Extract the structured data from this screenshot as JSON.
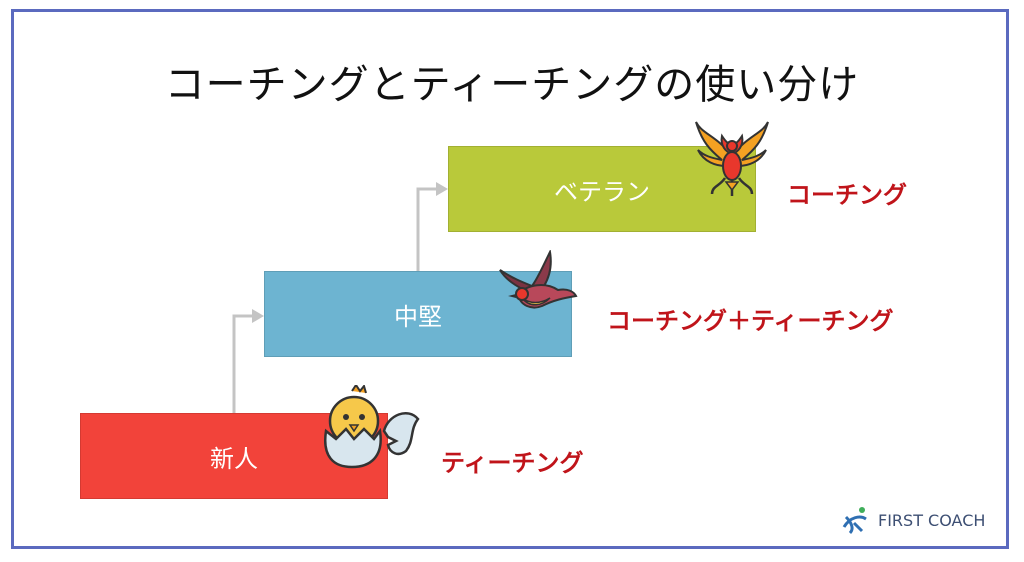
{
  "title": "コーチングとティーチングの使い分け",
  "stages": [
    {
      "label": "ベテラン",
      "method": "コーチング",
      "icon": "phoenix-icon",
      "color": "#b9c93a"
    },
    {
      "label": "中堅",
      "method": "コーチング＋ティーチング",
      "icon": "swallow-icon",
      "color": "#6db4d1"
    },
    {
      "label": "新人",
      "method": "ティーチング",
      "icon": "hatching-chick-icon",
      "color": "#f2433a"
    }
  ],
  "method_color": "#c0141a",
  "arrow_color": "#c4c4c4",
  "logo": {
    "text": "FIRST COACH",
    "icon": "runner-logo-icon"
  }
}
